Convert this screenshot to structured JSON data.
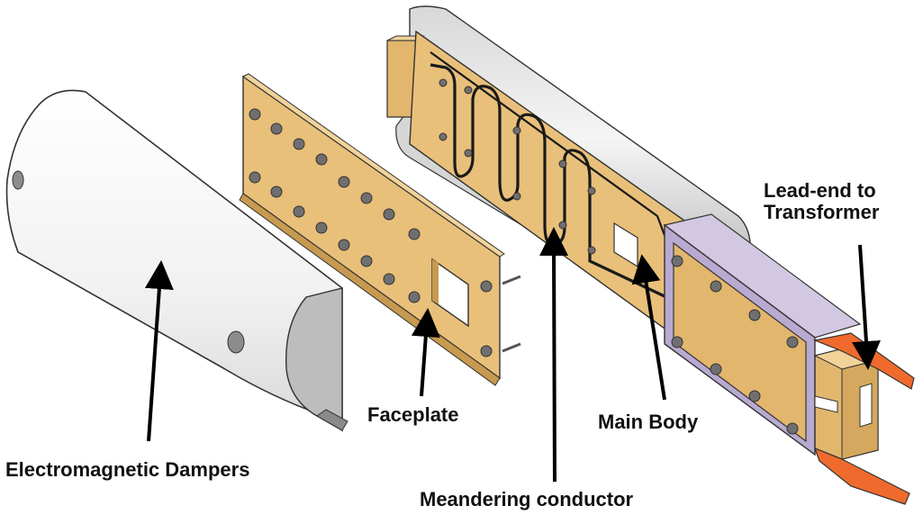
{
  "labels": {
    "dampers": "Electromagnetic Dampers",
    "faceplate": "Faceplate",
    "main_body": "Main Body",
    "conductor": "Meandering conductor",
    "lead_line1": "Lead-end to",
    "lead_line2": "Transformer"
  },
  "colors": {
    "copper_plate": "#e9c07a",
    "copper_edge": "#c79a4f",
    "damper_shell": "#f4f4f4",
    "damper_shadow": "#bdbdbd",
    "lavender_block": "#b8aad0",
    "orange_lead": "#ef6a2c",
    "bolt": "#6f6f6f",
    "arrow": "#000000"
  }
}
